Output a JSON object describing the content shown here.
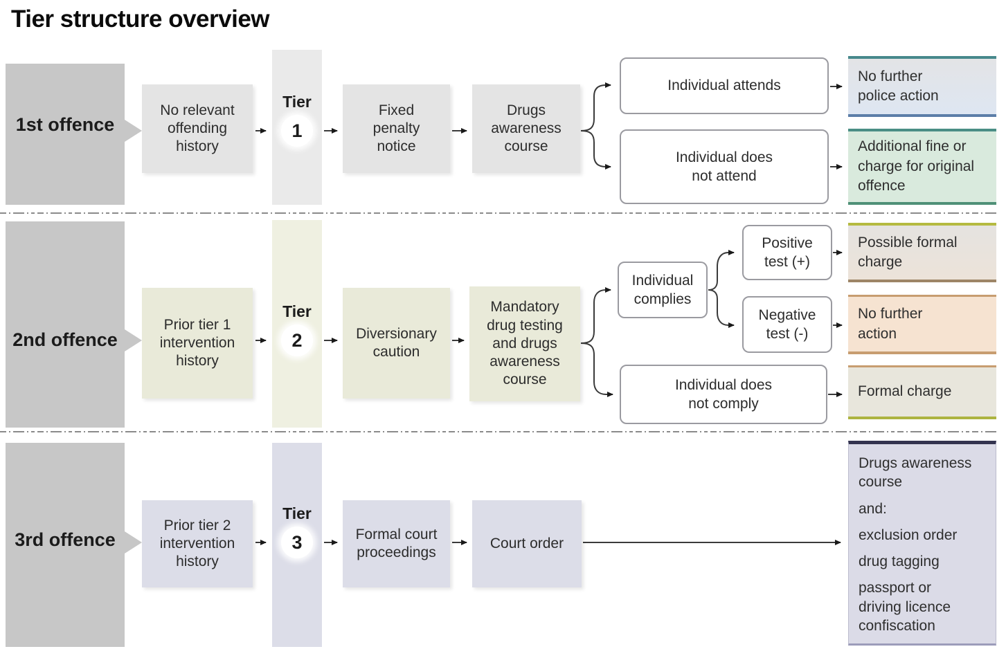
{
  "title": "Tier structure overview",
  "rows": [
    {
      "offence_label": "1st offence",
      "history": "No relevant offending history",
      "tier_word": "Tier",
      "tier_number": "1",
      "stage2": "Fixed penalty notice",
      "stage3": "Drugs awareness course",
      "branch_attend": {
        "label": "Individual attends",
        "outcome": "No further police action"
      },
      "branch_no_attend": {
        "label": "Individual does not attend",
        "outcome": "Additional fine or charge for original offence"
      }
    },
    {
      "offence_label": "2nd offence",
      "history": "Prior tier 1 intervention history",
      "tier_word": "Tier",
      "tier_number": "2",
      "stage2": "Diversionary caution",
      "stage3": "Mandatory drug testing and drugs awareness course",
      "complies": {
        "label": "Individual complies"
      },
      "positive_test": {
        "label": "Positive test (+)",
        "outcome": "Possible formal charge"
      },
      "negative_test": {
        "label": "Negative test (-)",
        "outcome": "No further action"
      },
      "not_comply": {
        "label": "Individual does not comply",
        "outcome": "Formal charge"
      }
    },
    {
      "offence_label": "3rd offence",
      "history": "Prior tier 2 intervention history",
      "tier_word": "Tier",
      "tier_number": "3",
      "stage2": "Formal court proceedings",
      "stage3": "Court order",
      "outcome_lines": [
        "Drugs awareness course",
        "and:",
        "exclusion order",
        "drug tagging",
        "passport or driving licence confiscation"
      ]
    }
  ],
  "colors": {
    "teal_accent": "#47898c",
    "steel_blue_accent": "#5c7ea8",
    "green_accent": "#4f9077",
    "olive_accent": "#adb440",
    "tan_accent": "#c79d70",
    "navy_accent": "#33334f",
    "offence_gray": "#c7c7c7",
    "tier1_tint": "#e4e4e4",
    "tier2_tint": "#e9ead9",
    "tier3_tint": "#dcdde8"
  }
}
